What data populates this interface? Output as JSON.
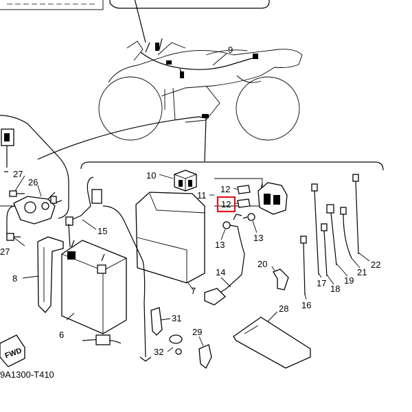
{
  "diagram_code": "9A1300-T410",
  "fwd_arrow": {
    "text": "FWD"
  },
  "highlight_color": "#e0141c",
  "callouts": [
    {
      "id": "p6",
      "text": "6"
    },
    {
      "id": "p7",
      "text": "7"
    },
    {
      "id": "p8",
      "text": "8"
    },
    {
      "id": "p9",
      "text": "9"
    },
    {
      "id": "p10",
      "text": "10"
    },
    {
      "id": "p11",
      "text": "11"
    },
    {
      "id": "p12a",
      "text": "12"
    },
    {
      "id": "p12b",
      "text": "12"
    },
    {
      "id": "p13a",
      "text": "13"
    },
    {
      "id": "p13b",
      "text": "13"
    },
    {
      "id": "p14",
      "text": "14"
    },
    {
      "id": "p15",
      "text": "15"
    },
    {
      "id": "p16",
      "text": "16"
    },
    {
      "id": "p17",
      "text": "17"
    },
    {
      "id": "p18",
      "text": "18"
    },
    {
      "id": "p19",
      "text": "19"
    },
    {
      "id": "p20",
      "text": "20"
    },
    {
      "id": "p21",
      "text": "21"
    },
    {
      "id": "p22",
      "text": "22"
    },
    {
      "id": "p26",
      "text": "26"
    },
    {
      "id": "p27a",
      "text": "27"
    },
    {
      "id": "p27b",
      "text": "27"
    },
    {
      "id": "p28",
      "text": "28"
    },
    {
      "id": "p29",
      "text": "29"
    },
    {
      "id": "p31",
      "text": "31"
    },
    {
      "id": "p32",
      "text": "32"
    }
  ]
}
